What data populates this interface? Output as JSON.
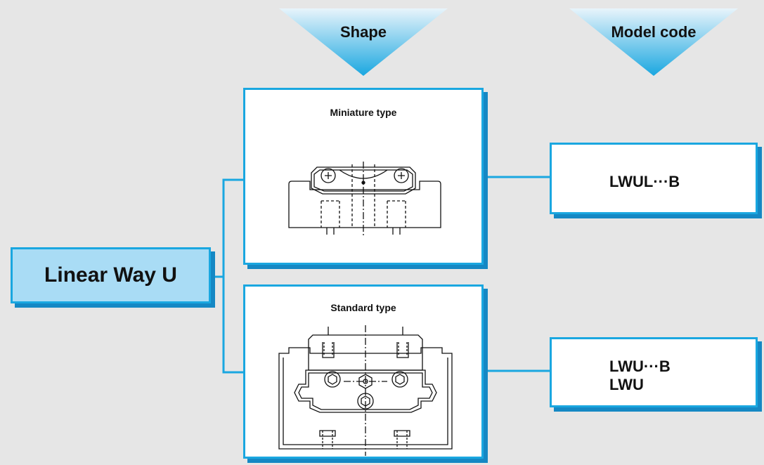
{
  "header": {
    "shape_label": "Shape",
    "model_code_label": "Model code"
  },
  "root": {
    "label": "Linear Way U"
  },
  "shapes": [
    {
      "label": "Miniature type",
      "drawing": "miniature-drawing"
    },
    {
      "label": "Standard type",
      "drawing": "standard-drawing"
    }
  ],
  "model_codes": [
    {
      "lines": [
        "LWUL···B"
      ]
    },
    {
      "lines": [
        "LWU···B",
        "LWU"
      ]
    }
  ],
  "colors": {
    "background": "#e6e6e6",
    "accent": "#1aa7e0",
    "accent_shadow": "#1588c4",
    "root_fill": "#a9dcf5",
    "triangle_top": "#e8f4fb",
    "triangle_bottom": "#1aa7e0"
  }
}
